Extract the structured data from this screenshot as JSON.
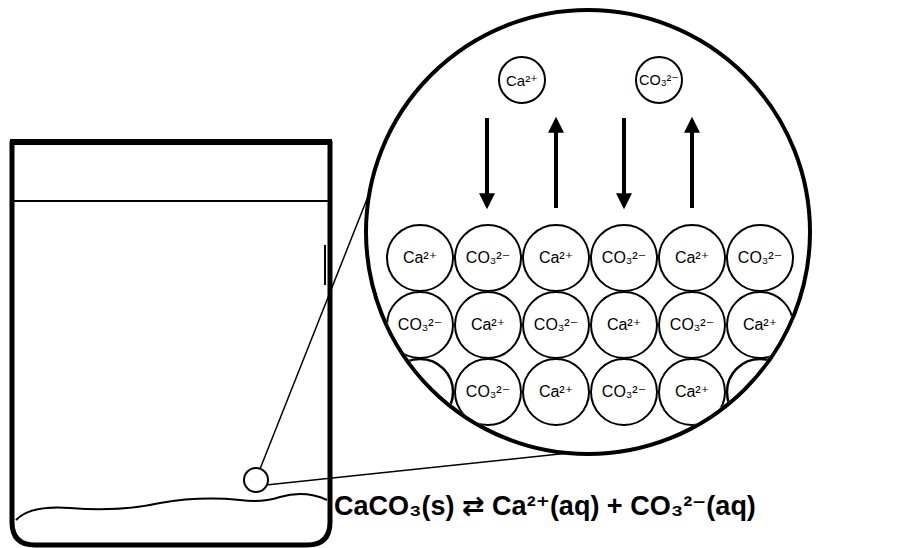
{
  "diagram": {
    "nodes": [
      {
        "text": [
          "Ca²⁺"
        ]
      },
      {
        "text": [
          "CO₃²⁻"
        ]
      },
      {
        "text": [
          "Ca²⁺"
        ]
      },
      {
        "text": [
          "CO₃²⁻"
        ]
      },
      {
        "text": [
          "Ca²⁺"
        ]
      },
      {
        "text": [
          "CO₃²⁻"
        ]
      },
      {
        "text": [
          "Ca²⁺"
        ]
      },
      {
        "text": [
          "CO₃²⁻"
        ]
      },
      {
        "text": [
          "CO₃²⁻"
        ]
      },
      {
        "text": [
          "Ca²⁺"
        ]
      },
      {
        "text": [
          "CO₃²⁻"
        ]
      },
      {
        "text": [
          "Ca²⁺"
        ]
      },
      {
        "text": [
          "CO₃²⁻"
        ]
      },
      {
        "text": [
          "Ca²⁺"
        ]
      },
      {
        "text": [
          "CO₃²⁻"
        ]
      },
      {
        "text": [
          "Ca²⁺"
        ]
      },
      {
        "text": [
          "CO₃²⁻"
        ]
      },
      {
        "text": [
          "Ca²⁺"
        ]
      }
    ],
    "labels": [
      "CaCO₃(s) ⇄ Ca²⁺(aq) + CO₃²⁻(aq)"
    ]
  }
}
